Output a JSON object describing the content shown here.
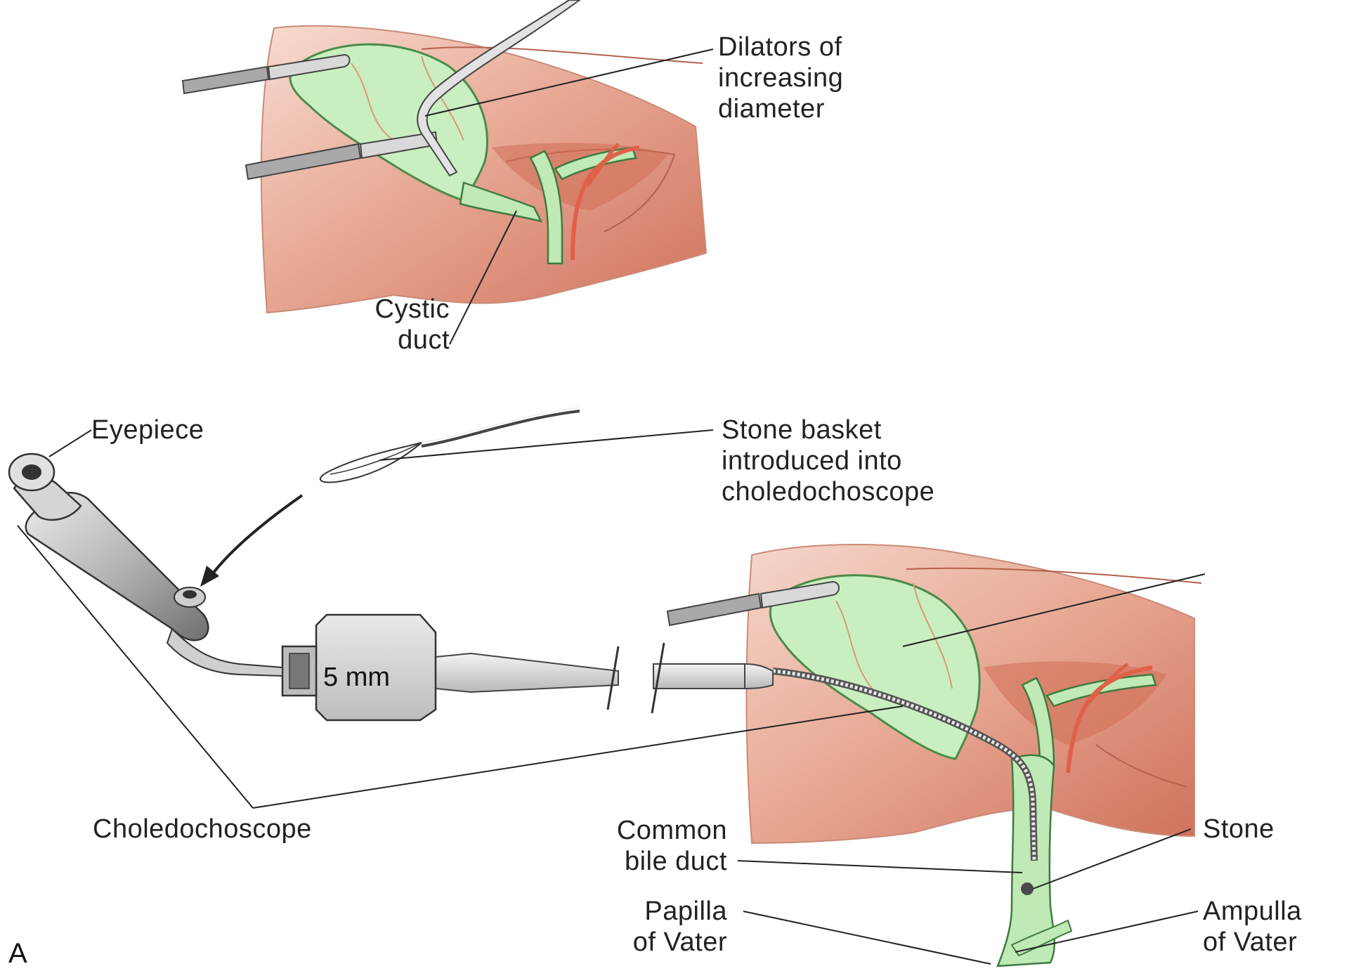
{
  "labels": {
    "dilators": [
      "Dilators of",
      "increasing",
      "diameter"
    ],
    "cystic_duct": [
      "Cystic",
      "duct"
    ],
    "eyepiece": "Eyepiece",
    "stone_basket": [
      "Stone basket",
      "introduced into",
      "choledochoscope"
    ],
    "size": "5 mm",
    "choledochoscope": "Choledochoscope",
    "common_bile_duct": [
      "Common",
      "bile duct"
    ],
    "stone": "Stone",
    "papilla": [
      "Papilla",
      "of Vater"
    ],
    "ampulla": [
      "Ampulla",
      "of Vater"
    ]
  },
  "panel_label": "A",
  "colors": {
    "liver": "#e29a84",
    "liver_edge": "#c0533e",
    "liver_light": "#f3cfc1",
    "gallbladder": "#c9efc1",
    "gallbladder_edge": "#3f7a40",
    "artery": "#e0604a",
    "instrument": "#a9a9a9",
    "leader_line": "#222222"
  }
}
